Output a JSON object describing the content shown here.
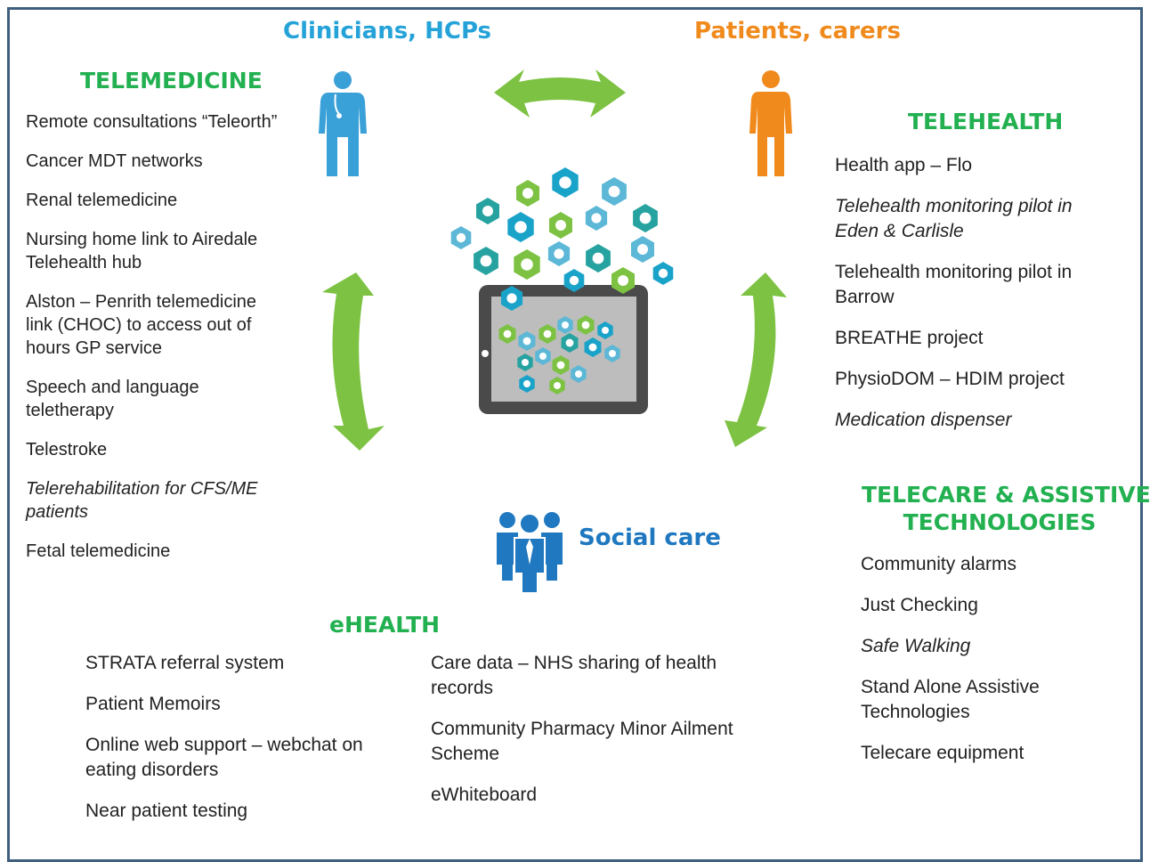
{
  "roles": {
    "clinicians": "Clinicians, HCPs",
    "patients": "Patients, carers",
    "social": "Social care"
  },
  "telemedicine": {
    "title": "TELEMEDICINE",
    "items": [
      "Remote consultations “Teleorth”",
      "Cancer MDT networks",
      "Renal telemedicine",
      "Nursing home link to Airedale Telehealth hub",
      "Alston – Penrith telemedicine link (CHOC) to access out of hours GP service",
      "Speech and language teletherapy",
      "Telestroke",
      "Telerehabilitation for CFS/ME patients",
      "Fetal telemedicine"
    ]
  },
  "telehealth": {
    "title": "TELEHEALTH",
    "items": [
      "Health  app  – Flo",
      "Telehealth  monitoring  pilot  in Eden  &  Carlisle",
      "Telehealth  monitoring  pilot  in Barrow",
      "BREATHE  project",
      "PhysioDOM  – HDIM  project",
      "Medication  dispenser"
    ]
  },
  "telecare": {
    "title_line1": "TELECARE & ASSISTIVE",
    "title_line2": "TECHNOLOGIES",
    "items": [
      "Community  alarms",
      "Just  Checking",
      "Safe  Walking",
      "Stand  Alone  Assistive Technologies",
      "Telecare  equipment"
    ]
  },
  "ehealth": {
    "title": "eHEALTH",
    "col1": [
      "STRATA  referral  system",
      "Patient  Memoirs",
      "Online  web  support  – webchat  on eating  disorders",
      "Near  patient  testing"
    ],
    "col2": [
      "Care  data  – NHS  sharing  of  health records",
      "Community  Pharmacy  Minor  Ailment Scheme",
      "eWhiteboard"
    ]
  },
  "colors": {
    "green": "#22b050",
    "arrow_green": "#7dc242",
    "clinician_blue": "#25a3d8",
    "patient_orange": "#f08a1c",
    "social_blue": "#1f78c0",
    "frame": "#3f5f7f"
  },
  "icons": [
    "doctor-icon",
    "patient-icon",
    "social-care-group-icon",
    "tablet-health-apps-icon"
  ]
}
